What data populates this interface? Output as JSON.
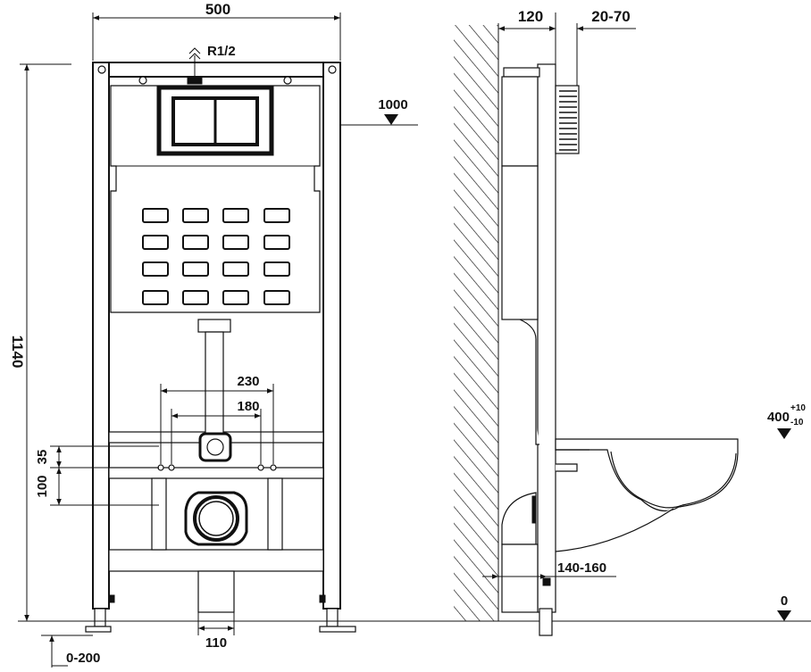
{
  "front_view": {
    "width_label": "500",
    "height_label": "1140",
    "inlet_label": "R1/2",
    "button_height_label": "1000",
    "bolt_outer_label": "230",
    "bolt_inner_label": "180",
    "bolt_upper_offset_label": "35",
    "bolt_lower_offset_label": "100",
    "drain_width_label": "110",
    "foot_adjust_label": "0-200"
  },
  "side_view": {
    "frame_depth_label": "120",
    "panel_offset_label": "20-70",
    "seat_height_label": "400",
    "seat_tol_plus": "+10",
    "seat_tol_minus": "-10",
    "outlet_depth_label": "140-160",
    "floor_label": "0"
  }
}
